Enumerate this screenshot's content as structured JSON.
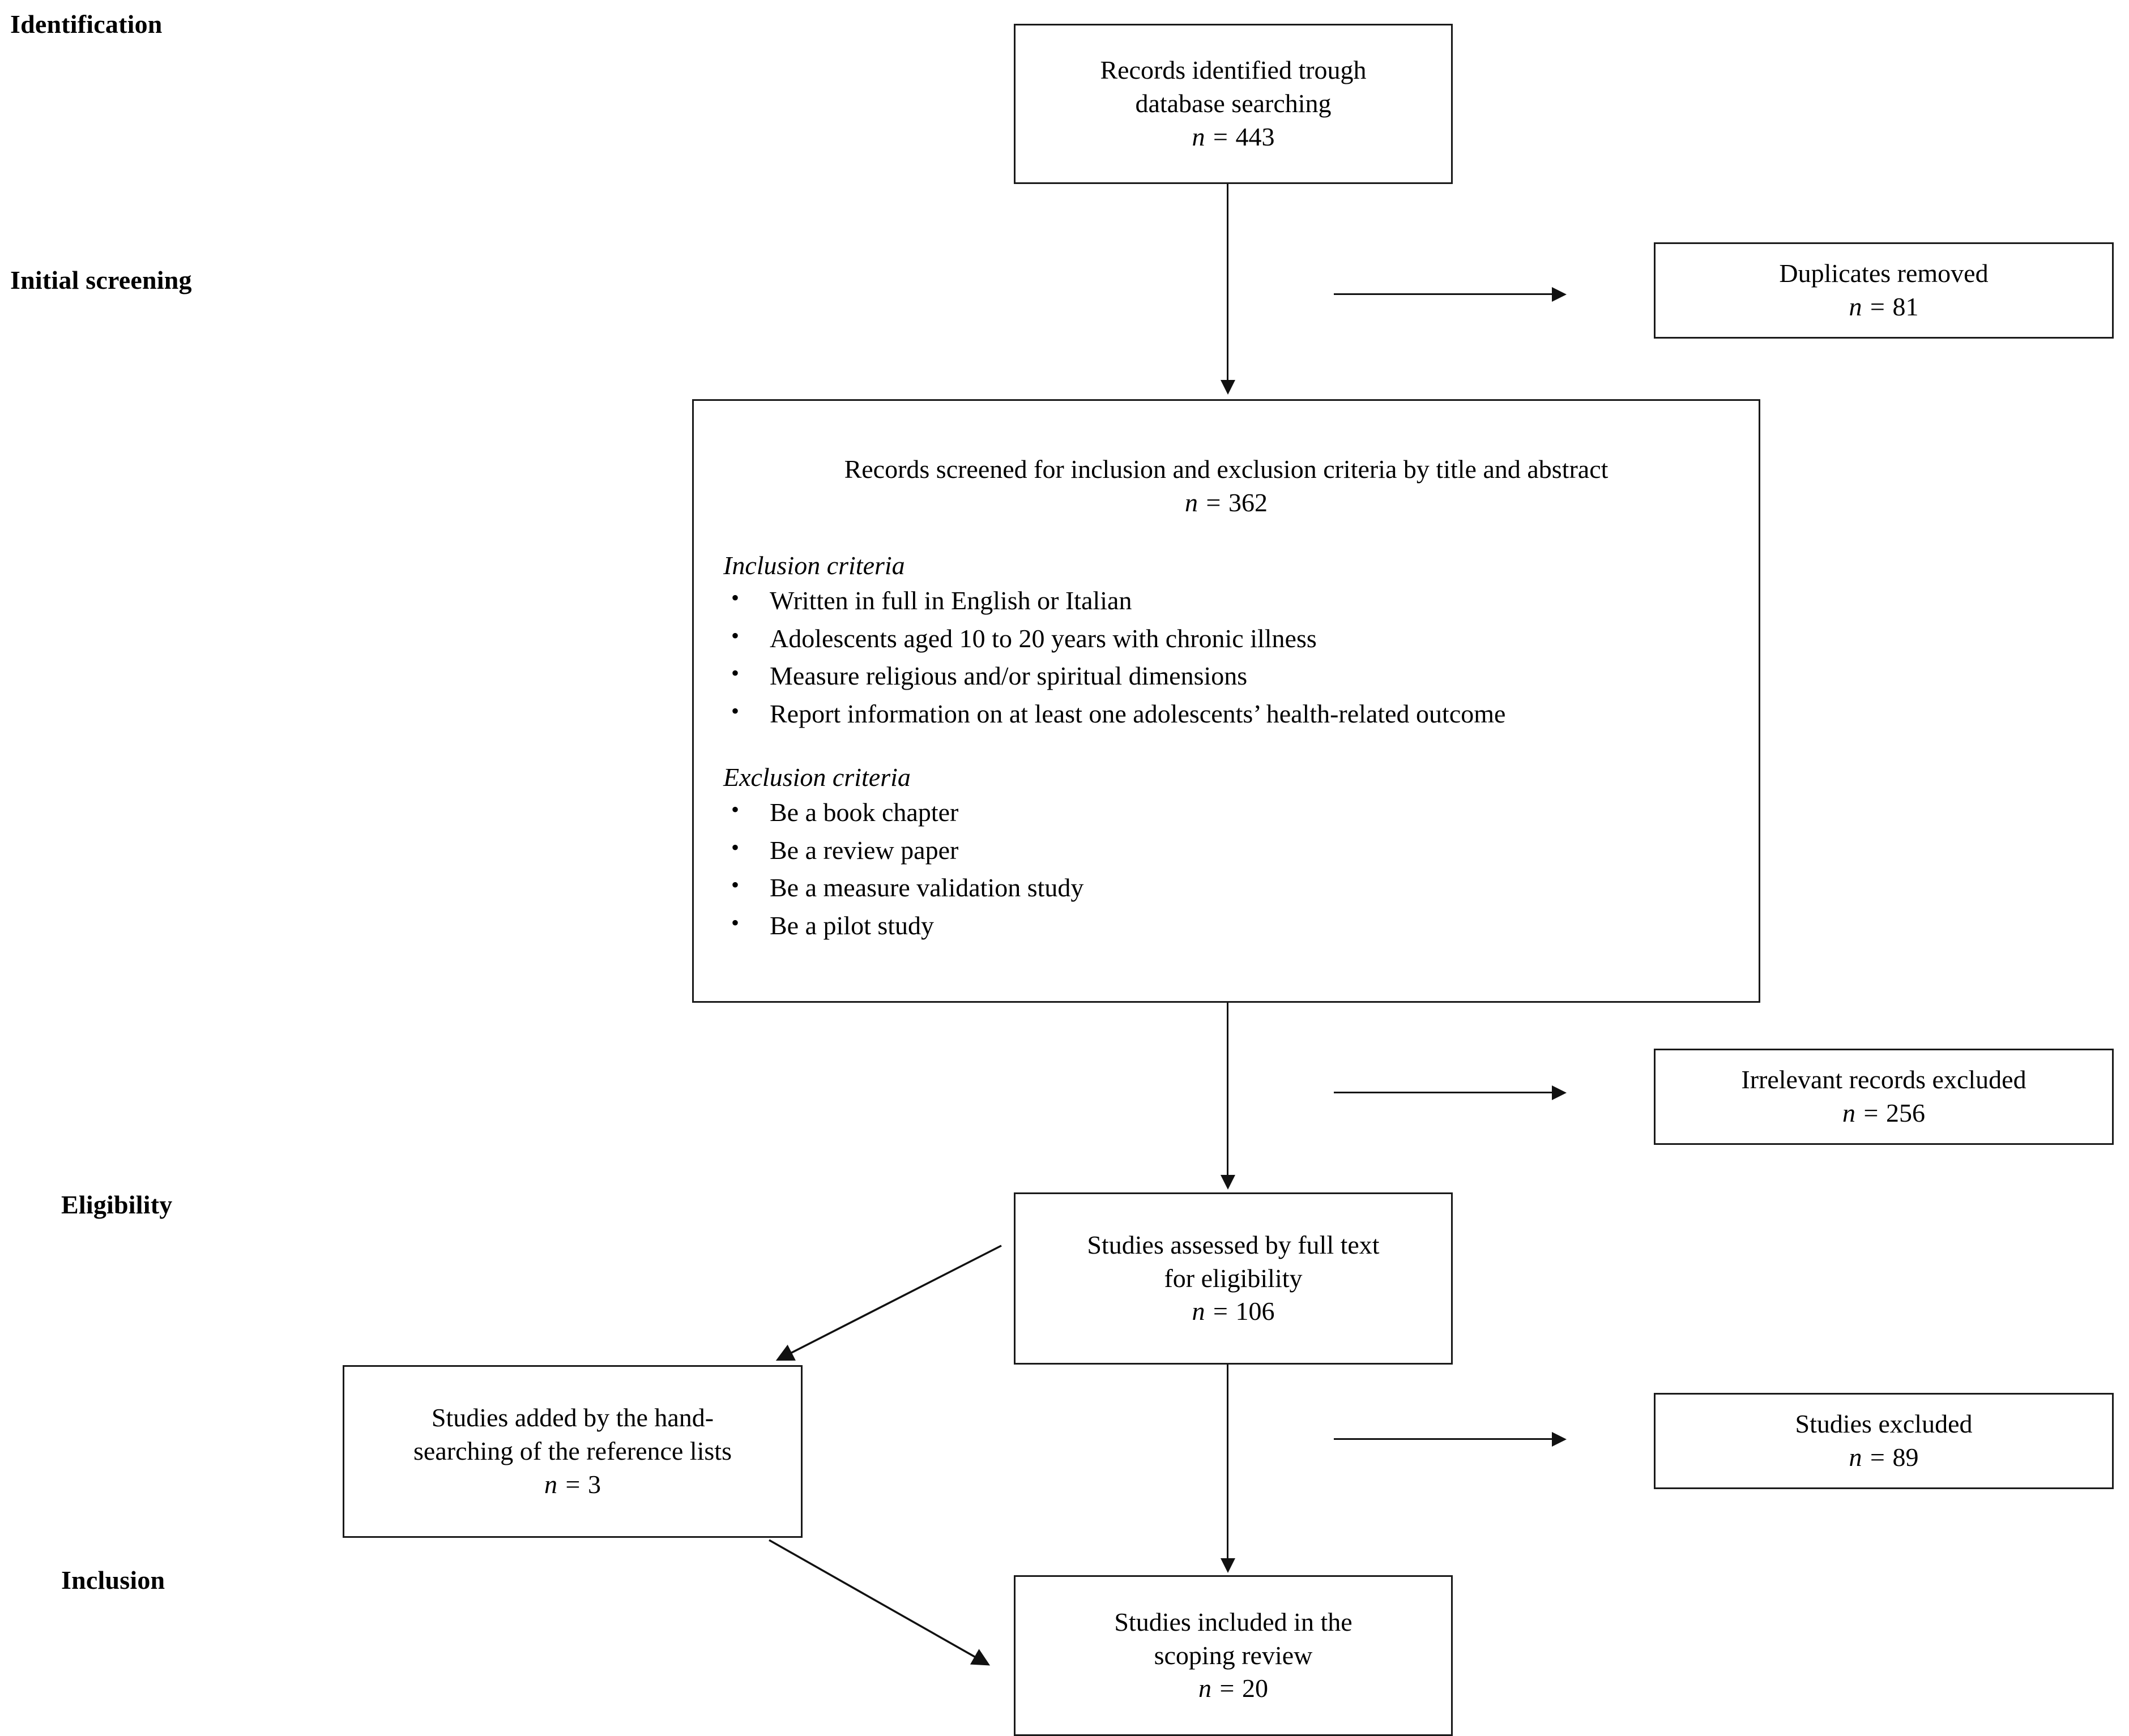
{
  "figure": {
    "type": "prisma-flow-diagram",
    "title": "PRISMA scoping review flow diagram"
  },
  "stages": [
    {
      "id": "identification",
      "label": "Identification"
    },
    {
      "id": "initial-screening",
      "label": "Initial screening"
    },
    {
      "id": "eligibility",
      "label": "Eligibility"
    },
    {
      "id": "inclusion",
      "label": "Inclusion"
    }
  ],
  "nodes": {
    "identified": {
      "lines": [
        "Records identified trough",
        "database searching"
      ],
      "count_label": "n",
      "count_value": "443",
      "count_text": "n = 443"
    },
    "duplicates": {
      "lines": [
        "Duplicates removed"
      ],
      "count_label": "n",
      "count_value": "81",
      "count_text": "n = 81"
    },
    "screened": {
      "lines": [
        "Records screened for inclusion and exclusion criteria by title and abstract"
      ],
      "count_label": "n",
      "count_value": "362",
      "count_text": "n = 362",
      "inclusion_title": "Inclusion criteria",
      "inclusion_criteria": [
        "Written in full in English or Italian",
        "Adolescents aged 10 to 20 years with chronic illness",
        "Measure religious and/or spiritual dimensions",
        "Report information on at least one adolescents’ health-related outcome"
      ],
      "exclusion_title": "Exclusion criteria",
      "exclusion_criteria": [
        "Be a book chapter",
        "Be a review paper",
        "Be a measure validation study",
        "Be a pilot study"
      ],
      "bullet_glyph": "•"
    },
    "irrelevant": {
      "lines": [
        "Irrelevant records excluded"
      ],
      "count_label": "n",
      "count_value": "256",
      "count_text": "n = 256"
    },
    "fulltext": {
      "lines": [
        "Studies assessed by full text",
        "for eligibility"
      ],
      "count_label": "n",
      "count_value": "106",
      "count_text": "n = 106"
    },
    "handsearch": {
      "lines": [
        "Studies added by the hand-",
        "searching of the reference lists"
      ],
      "count_label": "n",
      "count_value": "3",
      "count_text": "n = 3"
    },
    "excluded": {
      "lines": [
        "Studies excluded"
      ],
      "count_label": "n",
      "count_value": "89",
      "count_text": "n = 89"
    },
    "included": {
      "lines": [
        "Studies included in the",
        "scoping review"
      ],
      "count_label": "n",
      "count_value": "20",
      "count_text": "n = 20"
    }
  },
  "colors": {
    "stroke": "#1a1a1a",
    "background": "#ffffff",
    "text": "#000000"
  }
}
